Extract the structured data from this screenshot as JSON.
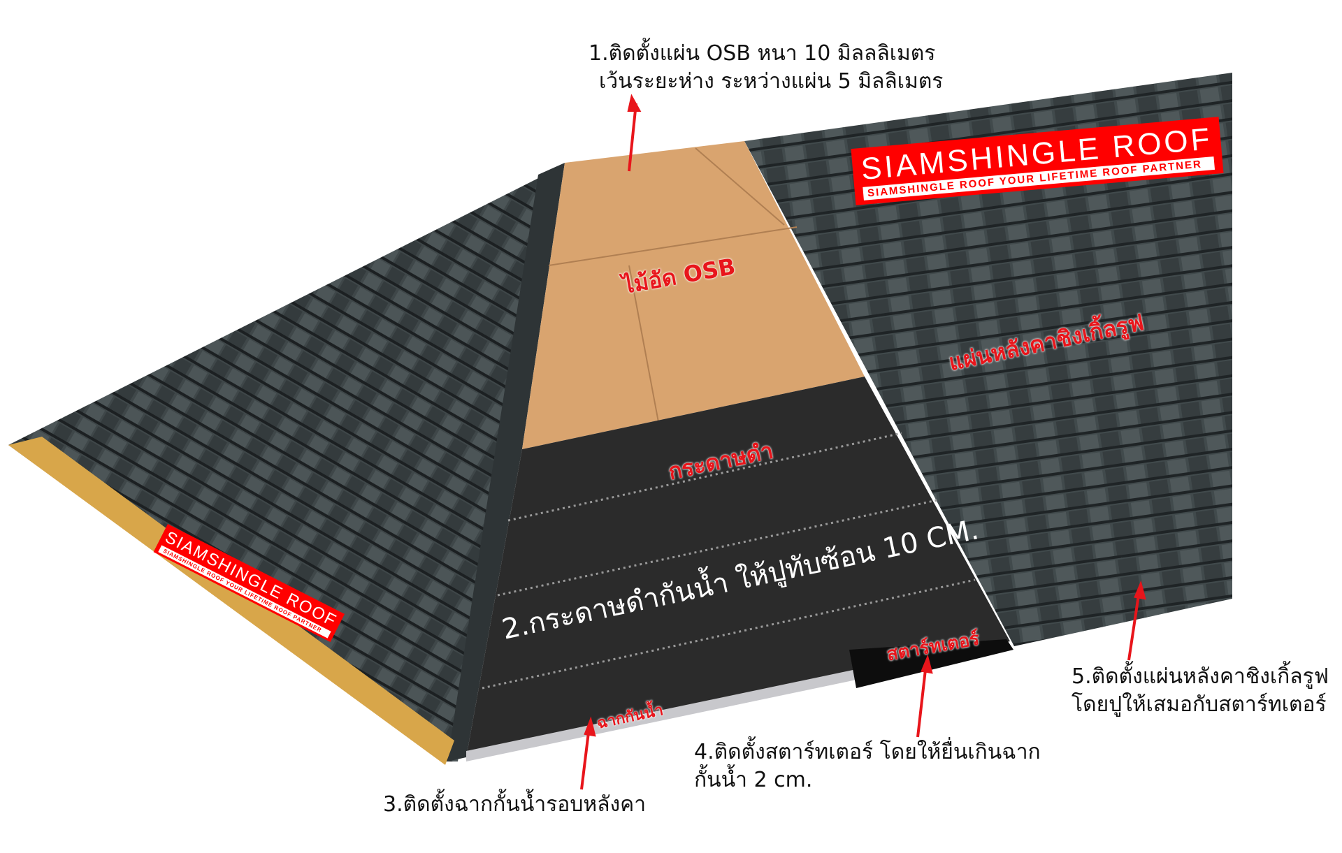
{
  "annotations": {
    "step1_line1": "1.ติดตั้งแผ่น OSB หนา 10 มิลลลิเมตร",
    "step1_line2": "เว้นระยะห่าง ระหว่างแผ่น 5 มิลลิเมตร",
    "step2": "2.กระดาษดำกันน้ำ ให้ปูทับซ้อน 10 CM.",
    "step3": "3.ติดตั้งฉากกั้นน้ำรอบหลังคา",
    "step4_line1": "4.ติดตั้งสตาร์ทเตอร์ โดยให้ยื่นเกินฉาก",
    "step4_line2": "กั้นน้ำ 2 cm.",
    "step5_line1": "5.ติดตั้งแผ่นหลังคาชิงเกิ้ลรูฟ",
    "step5_line2": "โดยปูให้เสมอกับสตาร์ทเตอร์"
  },
  "labels": {
    "osb": "ไม้อัด OSB",
    "black_paper": "กระดาษดำ",
    "shingle": "แผ่นหลังคาชิงเกิ้ลรูฟ",
    "starter": "สตาร์ทเตอร์",
    "drip_edge": "ฉากกันน้ำ"
  },
  "logo": {
    "name": "SIAMSHINGLE ROOF",
    "tagline": "SIAMSHINGLE ROOF YOUR LIFETIME ROOF PARTNER"
  },
  "colors": {
    "brand_red": "#ff0000",
    "shingle": "#3d4446",
    "osb": "#d9a46f",
    "paper": "#2b2b2b"
  }
}
